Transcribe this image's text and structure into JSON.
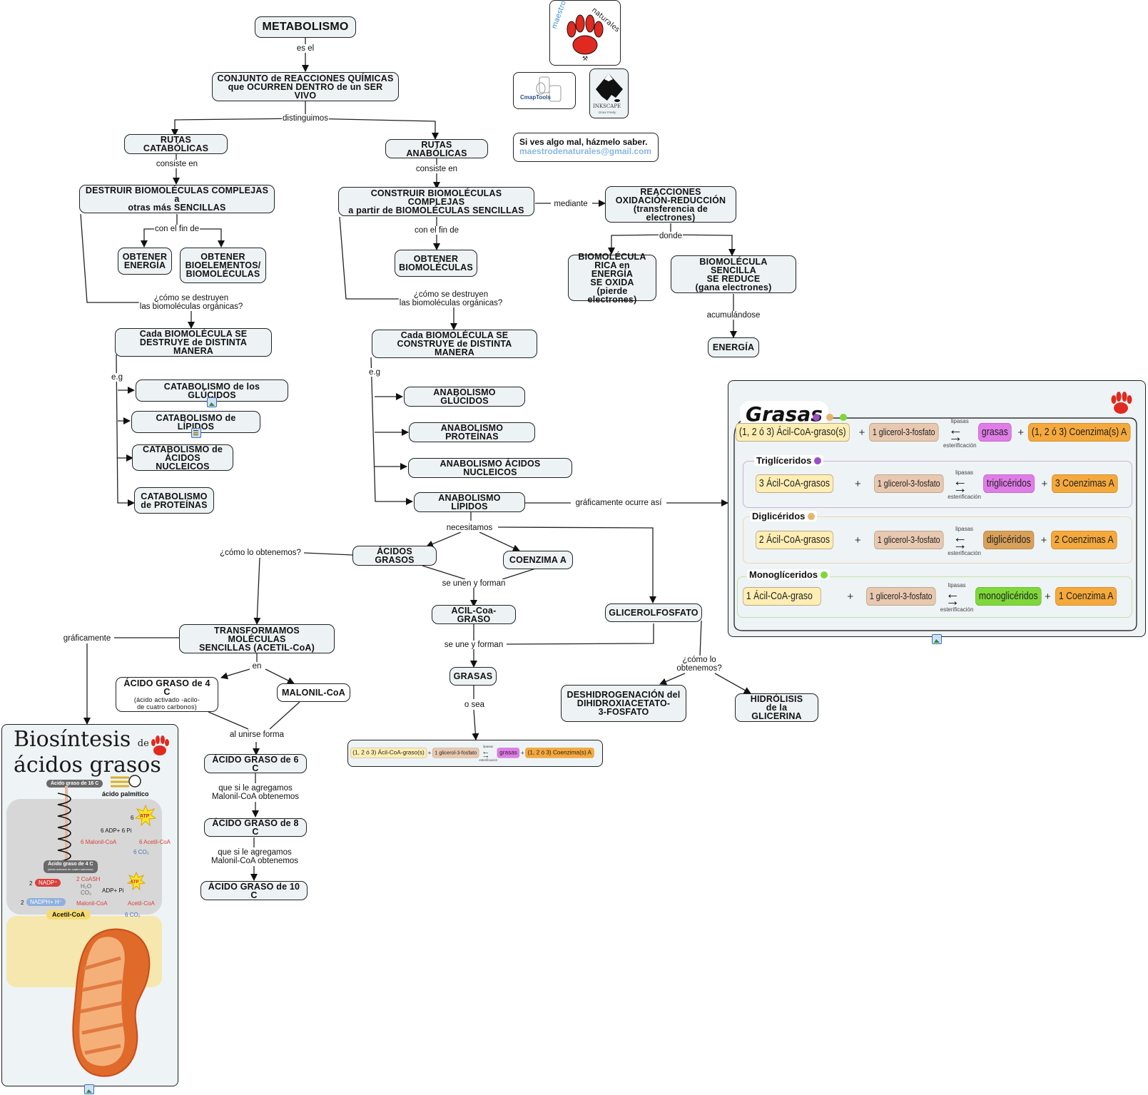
{
  "title": "METABOLISMO",
  "nodes": {
    "metabolismo": "METABOLISMO",
    "conjunto": "CONJUNTO de REACCIONES QUÍMICAS\nque OCURREN DENTRO de un SER VIVO",
    "rutas_catabolicas": "RUTAS CATABÓLICAS",
    "rutas_anabolicas": "RUTAS ANABÓLICAS",
    "destruir": "DESTRUIR BIOMOLÉCULAS COMPLEJAS a\notras más SENCILLAS",
    "construir": "CONSTRUIR BIOMOLÉCULAS COMPLEJAS\na partir de BIOMOLÉCULAS SENCILLAS",
    "obtener_energia": "OBTENER\nENERGÍA",
    "obtener_bioelementos": "OBTENER\nBIOELEMENTOS/\nBIOMOLÉCULAS",
    "obtener_biomoleculas": "OBTENER\nBIOMOLÉCULAS",
    "reacciones_redox": "REACCIONES\nOXIDACIÓN-REDUCCIÓN\n(transferencia de electrones)",
    "biomolecula_rica": "BIOMOLÉCULA\nRICA en ENERGÍA\nSE OXIDA\n(pierde electrones)",
    "biomolecula_sencilla": "BIOMOLÉCULA SENCILLA\nSE REDUCE\n(gana electrones)",
    "energia": "ENERGÍA",
    "cada_destruye": "Cada BIOMOLÉCULA SE\nDESTRUYE de DISTINTA MANERA",
    "cada_construye": "Cada BIOMOLÉCULA SE\nCONSTRUYE de DISTINTA MANERA",
    "cat_glucidos": "CATABOLISMO de los GLÚCIDOS",
    "cat_lipidos": "CATABOLISMO de LÍPIDOS",
    "cat_acidos": "CATABOLISMO de\nÁCIDOS NUCLEICOS",
    "cat_proteinas": "CATABOLISMO\nde PROTEÍNAS",
    "ana_glucidos": "ANABOLISMO GLÚCIDOS",
    "ana_proteinas": "ANABOLISMO PROTEÍNAS",
    "ana_acidos": "ANABOLISMO ÁCIDOS NUCLEICOS",
    "ana_lipidos": "ANABOLISMO LÍPIDOS",
    "acidos_grasos": "ÁCIDOS GRASOS",
    "coenzima_a": "COENZIMA A",
    "acil_coa": "ACIL-Coa-GRASO",
    "glicerolfosfato": "GLICEROLFOSFATO",
    "grasas": "GRASAS",
    "transformamos": "TRANSFORMAMOS MOLÉCULAS\nSENCILLAS (ACETIL-CoA)",
    "acido4_title": "ÁCIDO GRASO de 4 C",
    "acido4_sub": "(ácido activado -acilo-\nde cuatro carbonos)",
    "malonil": "MALONIL-CoA",
    "acido6": "ÁCIDO GRASO de 6 C",
    "acido8": "ÁCIDO GRASO de 8 C",
    "acido10": "ÁCIDO GRASO de 10 C",
    "deshidrogenacion": "DESHIDROGENACIÓN del\nDIHIDROXIACETATO-\n3-FOSFATO",
    "hidrolisis": "HIDRÓLISIS\nde la GLICERINA"
  },
  "links": {
    "es_el": "es el",
    "distinguimos": "distinguimos",
    "consiste_en_1": "consiste en",
    "consiste_en_2": "consiste en",
    "con_el_fin_de_1": "con el fin de",
    "con_el_fin_de_2": "con el fin de",
    "mediante": "mediante",
    "donde": "donde",
    "acumulandose": "acumulándose",
    "como_destruyen_1": "¿cómo se destruyen\nlas biomoléculas orgánicas?",
    "como_destruyen_2": "¿cómo se destruyen\nlas biomoléculas orgánicas?",
    "eg_1": "e.g",
    "eg_2": "e.g",
    "graficamente_ocurre": "gráficamente ocurre así",
    "necesitamos": "necesitamos",
    "como_obtenemos_1": "¿cómo lo obtenemos?",
    "se_unen": "se unen y forman",
    "se_une": "se une y forman",
    "o_sea": "o sea",
    "como_obtenemos_2": "¿cómo lo\nobtenemos?",
    "graficamente": "gráficamente",
    "en": "en",
    "al_unirse": "al unirse forma",
    "agregamos_1": "que si le agregamos\nMalonil-CoA obtenemos",
    "agregamos_2": "que si le agregamos\nMalonil-CoA obtenemos"
  },
  "contact": {
    "line1": "Si ves algo mal, házmelo saber.",
    "email": "maestrodenaturales@gmail.com"
  },
  "logos": {
    "maestro": "maestro de naturales",
    "cmaptools": "CmapTools",
    "inkscape": "INKSCAPE",
    "inkscape_tag": "Draw Freely"
  },
  "grasas_panel": {
    "title": "Grasas",
    "dot_colors": [
      "#9b4fc4",
      "#e6b46c",
      "#7cd83a"
    ],
    "arrow_top": "lipasas",
    "arrow_bottom": "esterificación",
    "general": {
      "acyl": "(1, 2 ó 3) Ácil-CoA-graso(s)",
      "glycerol": "1 glicerol-3-fosfato",
      "product": "grasas",
      "coa": "(1, 2 ó 3) Coenzima(s) A"
    },
    "sections": [
      {
        "title": "Triglíceridos",
        "color": "#9b4fc4",
        "acyl": "3 Ácil-CoA-grasos",
        "glycerol": "1 glicerol-3-fosfato",
        "product": "triglicéridos",
        "coa": "3 Coenzimas A"
      },
      {
        "title": "Diglicéridos",
        "color": "#e6b46c",
        "acyl": "2 Ácil-CoA-grasos",
        "glycerol": "1 glicerol-3-fosfato",
        "product": "diglicéridos",
        "coa": "2 Coenzimas A"
      },
      {
        "title": "Monoglíceridos",
        "color": "#7cd83a",
        "acyl": "1 Ácil-CoA-graso",
        "glycerol": "1 glicerol-3-fosfato",
        "product": "monoglicéridos",
        "coa": "1 Coenzima A"
      }
    ]
  },
  "small_equation": {
    "acyl": "(1, 2 ó 3) Ácil-CoA-graso(s)",
    "glycerol": "1 glicerol-3-fosfato",
    "product": "grasas",
    "coa": "(1, 2 ó 3) Coenzima(s) A",
    "arrow_top": "lipasas",
    "arrow_bottom": "esterificación"
  },
  "biosintesis_panel": {
    "title_line1": "Biosíntesis",
    "title_de": "de",
    "title_line2": "ácidos grasos",
    "c16": "Ácido graso de 16 C",
    "palmitico": "ácido palmítico",
    "c4": "Ácido graso de 4 C",
    "c4_sub": "(ácido activado de cuatro carbonos)",
    "six_atp": "6",
    "atp": "ATP",
    "six_adp": "6 ADP+ 6 Pi",
    "six_malonil": "6 Malonil-CoA",
    "six_acetil": "6 Acetil-CoA",
    "six_co2": "6 CO₂",
    "two_nadp": "2",
    "nadp": "NADP⁺",
    "two_coash": "2 CoASH",
    "h2o": "H₂O",
    "co2": "CO₂",
    "adp_pi": "ADP+ Pi",
    "two_nadph": "2",
    "nadph": "NADPH+ H⁺",
    "malonil": "Malonil-CoA",
    "acetil": "Acetil-CoA",
    "acetil_coa_label": "Acetil-CoA"
  }
}
